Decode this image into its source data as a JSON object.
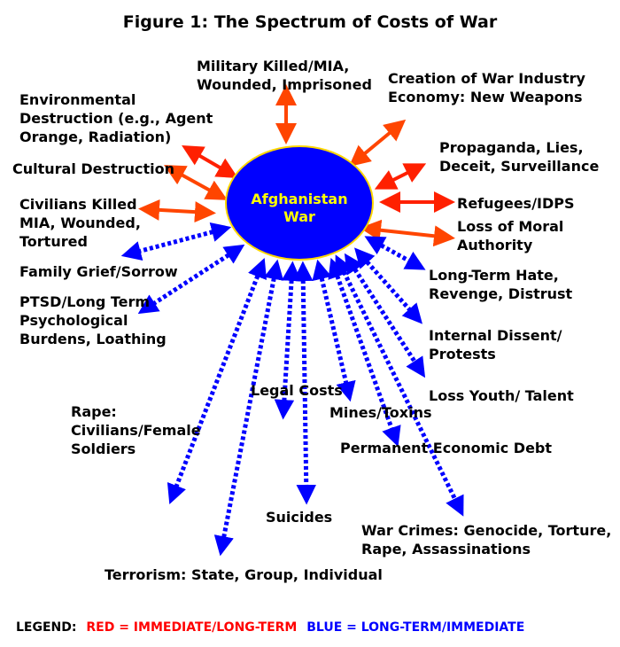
{
  "title": "Figure 1: The Spectrum of Costs of War",
  "center": {
    "lines": [
      "Afghanistan",
      "War"
    ],
    "fill": "#0000FF",
    "text_color": "#FFFF00"
  },
  "colors": {
    "red": "#FF0000",
    "orange": "#FF4500",
    "blue": "#0000FF"
  },
  "labels": {
    "military": [
      "Military Killed/MIA,",
      "Wounded, Imprisoned"
    ],
    "war_industry": [
      "Creation of War Industry",
      "Economy: New Weapons"
    ],
    "environmental": [
      "Environmental",
      "Destruction (e.g., Agent",
      "Orange, Radiation)"
    ],
    "propaganda": [
      "Propaganda, Lies,",
      "Deceit, Surveillance"
    ],
    "cultural": [
      "Cultural Destruction"
    ],
    "refugees": [
      "Refugees/IDPS"
    ],
    "civilians": [
      "Civilians Killed",
      "MIA, Wounded,",
      "Tortured"
    ],
    "moral": [
      "Loss of Moral",
      "Authority"
    ],
    "family": [
      "Family Grief/Sorrow"
    ],
    "hate": [
      "Long-Term Hate,",
      "Revenge, Distrust"
    ],
    "ptsd": [
      "PTSD/Long Term",
      "Psychological",
      "Burdens, Loathing"
    ],
    "dissent": [
      "Internal Dissent/",
      "Protests"
    ],
    "legal": [
      "Legal Costs"
    ],
    "youth": [
      "Loss Youth/ Talent"
    ],
    "rape": [
      "Rape:",
      "Civilians/Female",
      "Soldiers"
    ],
    "mines": [
      "Mines/Toxins"
    ],
    "debt": [
      "Permanent Economic Debt"
    ],
    "suicides": [
      "Suicides"
    ],
    "war_crimes": [
      "War Crimes: Genocide, Torture,",
      "Rape, Assassinations"
    ],
    "terrorism": [
      "Terrorism: State, Group, Individual"
    ]
  },
  "legend": {
    "heading": "LEGEND:",
    "red_text": "RED = IMMEDIATE/LONG-TERM",
    "blue_text": "BLUE = LONG-TERM/IMMEDIATE"
  }
}
